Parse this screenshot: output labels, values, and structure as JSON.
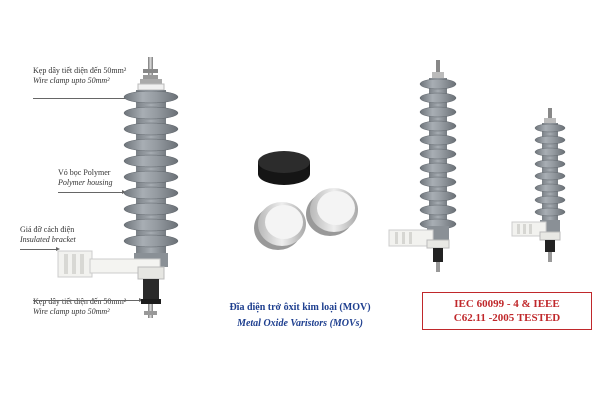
{
  "labels": {
    "top_clamp": {
      "vi": "Kẹp dây tiết diện đến 50mm²",
      "en": "Wire clamp upto 50mm²"
    },
    "housing": {
      "vi": "Vỏ bọc Polymer",
      "en": "Polymer housing"
    },
    "bracket": {
      "vi": "Giá đỡ cách điện",
      "en": "Insulated bracket"
    },
    "bottom_clamp": {
      "vi": "Kẹp dây tiết diện đến 50mm²",
      "en": "Wire clamp upto 50mm²"
    }
  },
  "mov": {
    "title_vi": "Đĩa điện trở ôxit kim loại (MOV)",
    "title_en": "Metal Oxide Varistors (MOVs)"
  },
  "certification": {
    "line1": "IEC 60099 - 4  & IEEE",
    "line2": "C62.11 -2005  TESTED"
  },
  "colors": {
    "housing": "#8e949a",
    "text_blue": "#1e3f8f",
    "cert_red": "#c0282b",
    "bracket": "#f2f2ef"
  }
}
